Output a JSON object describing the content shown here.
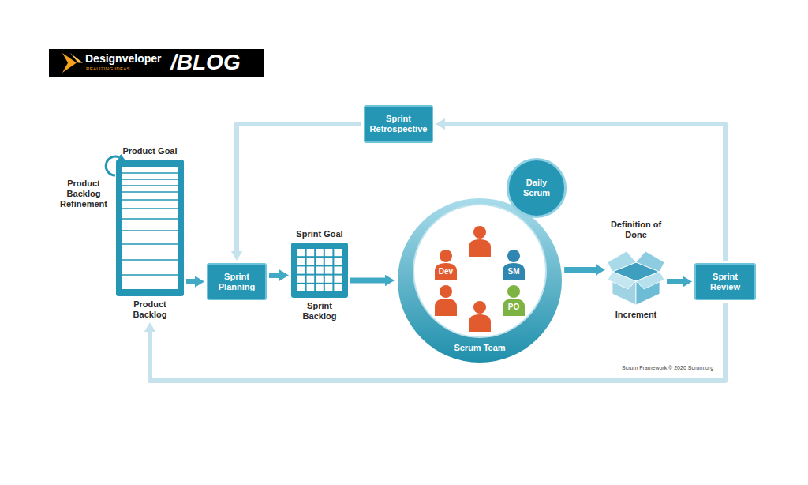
{
  "diagram": {
    "nodes": [
      {
        "text": [
          "Product Goal",
          "Product Backlog"
        ]
      },
      {
        "text": [
          "Sprint Planning"
        ]
      },
      {
        "text": [
          "Sprint Goal",
          "Sprint Backlog"
        ]
      },
      {
        "text": [
          "Scrum Team"
        ]
      },
      {
        "text": [
          "Dev"
        ],
        "in": 3
      },
      {
        "text": [
          "SM"
        ],
        "in": 3
      },
      {
        "text": [
          "PO"
        ],
        "in": 3
      },
      {
        "text": [
          "Daily Scrum"
        ]
      },
      {
        "text": [
          "Definition of Done",
          "Increment"
        ]
      },
      {
        "text": [
          "Sprint Review"
        ]
      },
      {
        "text": [
          "Sprint Retrospective"
        ]
      }
    ],
    "edges": [
      {
        "from": 0,
        "to": 1,
        "arrow": "to"
      },
      {
        "from": 1,
        "to": 2,
        "arrow": "to"
      },
      {
        "from": 2,
        "to": 3,
        "arrow": "to"
      },
      {
        "from": 3,
        "to": 8,
        "arrow": "to"
      },
      {
        "from": 8,
        "to": 9,
        "arrow": "to"
      },
      {
        "from": 9,
        "to": 10,
        "arrow": "to"
      },
      {
        "from": 10,
        "to": 1,
        "arrow": "to"
      },
      {
        "from": 9,
        "to": 0,
        "arrow": "to"
      }
    ],
    "labels": [
      "Designveloper",
      "REALIZING IDEAS",
      "/BLOG",
      "Product Backlog Refinement",
      "Scrum Framework © 2020 Scrum.org"
    ]
  }
}
